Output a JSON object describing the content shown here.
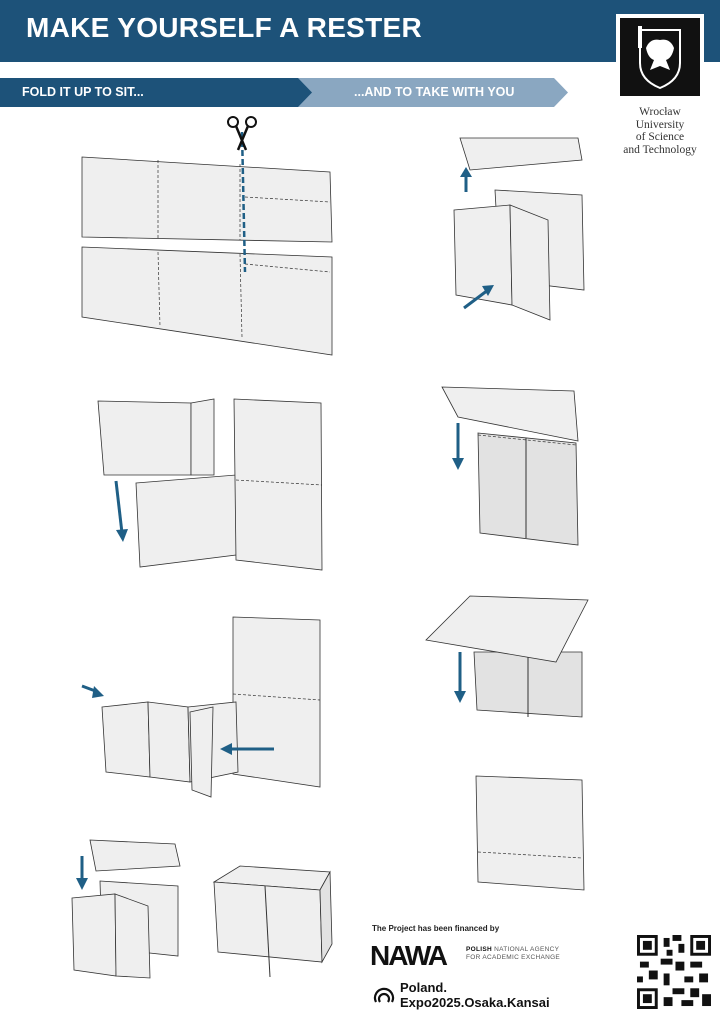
{
  "header": {
    "title": "MAKE YOURSELF A RESTER"
  },
  "logo": {
    "university_lines": [
      "Wrocław",
      "University",
      "of Science",
      "and Technology"
    ]
  },
  "ribbons": {
    "left": "FOLD IT UP TO SIT...",
    "right": "...AND TO TAKE WITH YOU"
  },
  "footer": {
    "financed_by": "The Project has been financed by",
    "nawa_logo": "NAWA",
    "nawa_bold": "POLISH",
    "nawa_line1_rest": " NATIONAL AGENCY",
    "nawa_line2": "FOR ACADEMIC EXCHANGE",
    "expo_line1": "Poland.",
    "expo_line2": "Expo2025.Osaka.Kansai"
  },
  "colors": {
    "primary": "#1d5279",
    "secondary": "#8aa7c1",
    "arrow": "#1f5f86"
  }
}
